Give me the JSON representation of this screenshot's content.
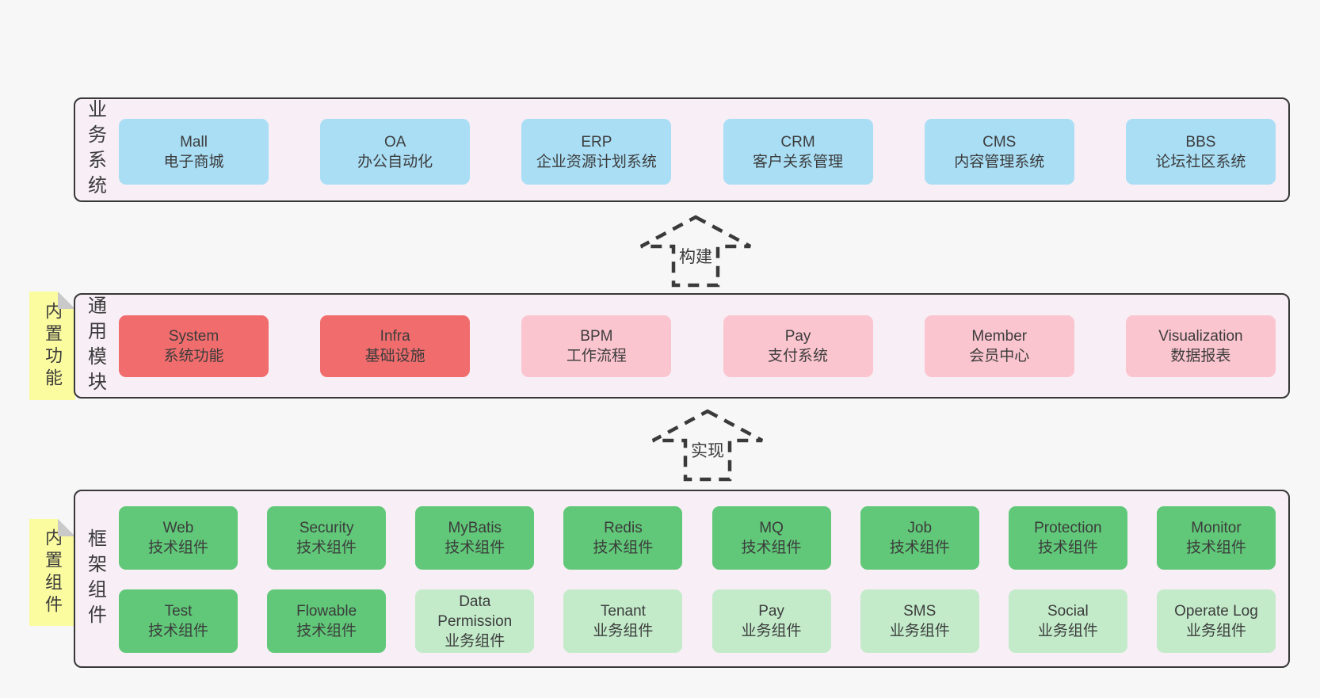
{
  "diagram": {
    "layers": {
      "business": {
        "label": "业务系统",
        "boxes": [
          {
            "name": "Mall",
            "desc": "电子商城"
          },
          {
            "name": "OA",
            "desc": "办公自动化"
          },
          {
            "name": "ERP",
            "desc": "企业资源计划系统"
          },
          {
            "name": "CRM",
            "desc": "客户关系管理"
          },
          {
            "name": "CMS",
            "desc": "内容管理系统"
          },
          {
            "name": "BBS",
            "desc": "论坛社区系统"
          }
        ]
      },
      "modules": {
        "label": "通用模块",
        "sticky": "内置功能",
        "boxes": [
          {
            "name": "System",
            "desc": "系统功能"
          },
          {
            "name": "Infra",
            "desc": "基础设施"
          },
          {
            "name": "BPM",
            "desc": "工作流程"
          },
          {
            "name": "Pay",
            "desc": "支付系统"
          },
          {
            "name": "Member",
            "desc": "会员中心"
          },
          {
            "name": "Visualization",
            "desc": "数据报表"
          }
        ]
      },
      "framework": {
        "label": "框架组件",
        "sticky": "内置组件",
        "rows": [
          [
            {
              "name": "Web",
              "desc": "技术组件"
            },
            {
              "name": "Security",
              "desc": "技术组件"
            },
            {
              "name": "MyBatis",
              "desc": "技术组件"
            },
            {
              "name": "Redis",
              "desc": "技术组件"
            },
            {
              "name": "MQ",
              "desc": "技术组件"
            },
            {
              "name": "Job",
              "desc": "技术组件"
            },
            {
              "name": "Protection",
              "desc": "技术组件"
            },
            {
              "name": "Monitor",
              "desc": "技术组件"
            }
          ],
          [
            {
              "name": "Test",
              "desc": "技术组件"
            },
            {
              "name": "Flowable",
              "desc": "技术组件"
            },
            {
              "name": "Data Permission",
              "desc": "业务组件"
            },
            {
              "name": "Tenant",
              "desc": "业务组件"
            },
            {
              "name": "Pay",
              "desc": "业务组件"
            },
            {
              "name": "SMS",
              "desc": "业务组件"
            },
            {
              "name": "Social",
              "desc": "业务组件"
            },
            {
              "name": "Operate Log",
              "desc": "业务组件"
            }
          ]
        ]
      }
    },
    "arrows": [
      {
        "label": "构建"
      },
      {
        "label": "实现"
      }
    ],
    "colors": {
      "pageBg": "#f7f7f7",
      "containerBg": "#f8eef6",
      "border": "#383838",
      "text": "#3c3c3c",
      "blue": "#a9def5",
      "red": "#f16c6c",
      "pink": "#fbc5cf",
      "green": "#60c878",
      "lightGreen": "#c3ebca",
      "sticky": "#fbfb9f",
      "fold": "#c9c9c9",
      "arrow": "#3a3a3a"
    }
  }
}
